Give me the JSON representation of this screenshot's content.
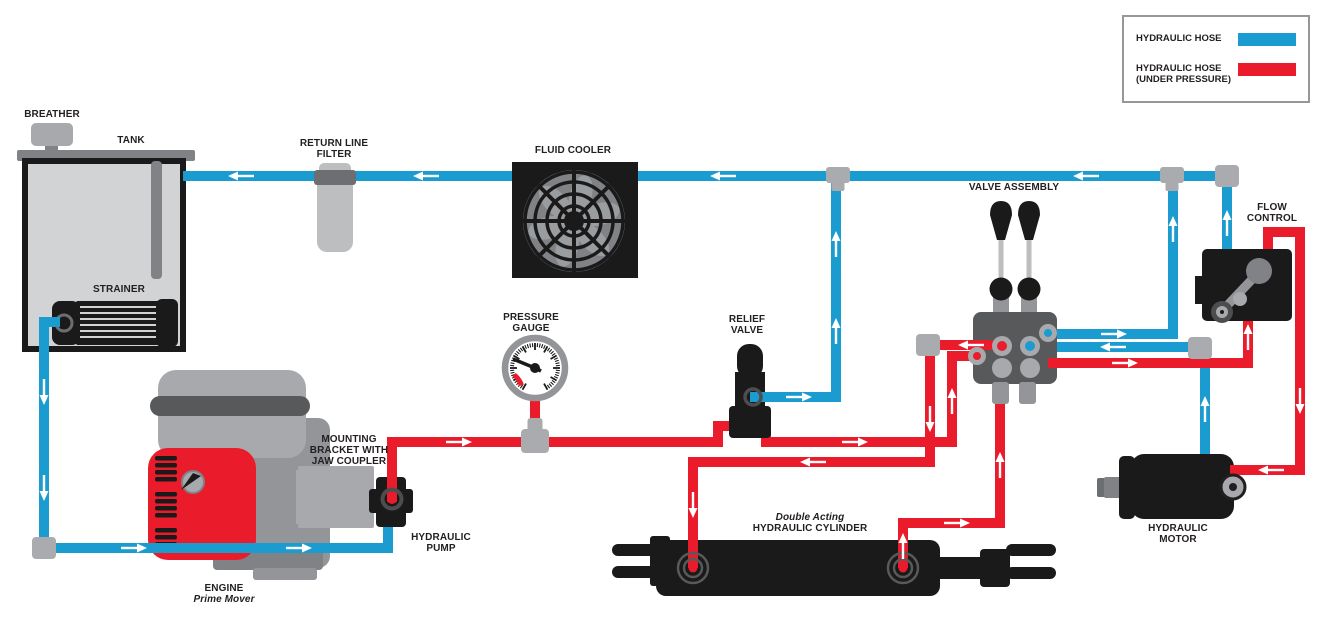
{
  "colors": {
    "hose_blue": "#1B9CD0",
    "hose_pressure_red": "#EA1C2C",
    "fitting_gray": "#A9ABAE",
    "component_black": "#1A1A1A"
  },
  "legend": {
    "items": [
      {
        "lines": [
          "HYDRAULIC HOSE"
        ],
        "color": "#1B9CD0"
      },
      {
        "lines": [
          "HYDRAULIC HOSE",
          "(UNDER PRESSURE)"
        ],
        "color": "#EA1C2C"
      }
    ]
  },
  "labels": [
    {
      "id": "breather",
      "lines": [
        "BREATHER"
      ]
    },
    {
      "id": "tank",
      "lines": [
        "TANK"
      ]
    },
    {
      "id": "strainer",
      "lines": [
        "STRAINER"
      ]
    },
    {
      "id": "return-line-filter",
      "lines": [
        "RETURN LINE",
        "FILTER"
      ]
    },
    {
      "id": "fluid-cooler",
      "lines": [
        "FLUID COOLER"
      ]
    },
    {
      "id": "pressure-gauge",
      "lines": [
        "PRESSURE",
        "GAUGE"
      ]
    },
    {
      "id": "relief-valve",
      "lines": [
        "RELIEF",
        "VALVE"
      ]
    },
    {
      "id": "valve-assembly",
      "lines": [
        "VALVE ASSEMBLY"
      ]
    },
    {
      "id": "flow-control",
      "lines": [
        "FLOW",
        "CONTROL"
      ]
    },
    {
      "id": "hydraulic-motor",
      "lines": [
        "HYDRAULIC",
        "MOTOR"
      ]
    },
    {
      "id": "hydraulic-pump",
      "lines": [
        "HYDRAULIC",
        "PUMP"
      ]
    },
    {
      "id": "mounting-bracket",
      "lines": [
        "MOUNTING",
        "BRACKET WITH",
        "JAW COUPLER"
      ]
    },
    {
      "id": "engine",
      "lines": [
        "ENGINE",
        "Prime Mover"
      ]
    },
    {
      "id": "hydraulic-cylinder",
      "lines": [
        "Double Acting",
        "HYDRAULIC CYLINDER"
      ]
    }
  ]
}
